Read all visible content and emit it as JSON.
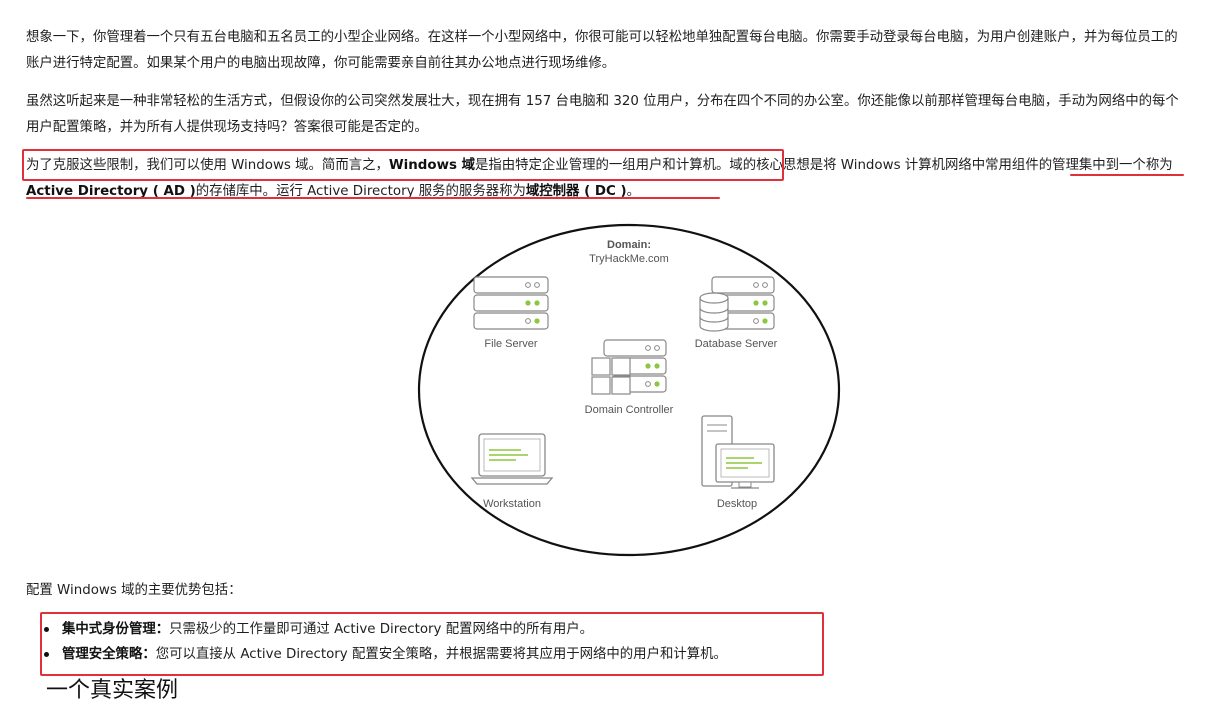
{
  "paragraphs": {
    "p1": "想象一下，你管理着一个只有五台电脑和五名员工的小型企业网络。在这样一个小型网络中，你很可能可以轻松地单独配置每台电脑。你需要手动登录每台电脑，为用户创建账户，并为每位员工的账户进行特定配置。如果某个用户的电脑出现故障，你可能需要亲自前往其办公地点进行现场维修。",
    "p2": "虽然这听起来是一种非常轻松的生活方式，但假设你的公司突然发展壮大，现在拥有 157 台电脑和 320 位用户，分布在四个不同的办公室。你还能像以前那样管理每台电脑，手动为网络中的每个用户配置策略，并为所有人提供现场支持吗？答案很可能是否定的。",
    "p3": {
      "t1": "为了克服这些限制，我们可以使用 Windows 域。简而言之，",
      "b1": "Windows 域",
      "t2": "是指由特定企业管理的一组用户和计算机。",
      "t3": "域的核心思想是将 Windows 计算机网络中常用组件的管理集中到一个称为",
      "b2": "Active Directory ( AD )",
      "t4": "的存储库中。运行 Active Directory 服务的服务器称为",
      "b3": "域控制器 ( DC )",
      "t5": "。"
    },
    "p4": "配置 Windows 域的主要优势包括："
  },
  "diagram": {
    "domain_label": "Domain:",
    "domain_name": "TryHackMe.com",
    "file_server": "File Server",
    "database_server": "Database Server",
    "domain_controller": "Domain Controller",
    "workstation": "Workstation",
    "desktop": "Desktop"
  },
  "advantages": [
    {
      "title": "集中式身份管理：",
      "text": "只需极少的工作量即可通过 Active Directory 配置网络中的所有用户。"
    },
    {
      "title": "管理安全策略：",
      "text": "您可以直接从 Active Directory 配置安全策略，并根据需要将其应用于网络中的用户和计算机。"
    }
  ],
  "next_heading": "一个真实案例",
  "colors": {
    "highlight": "#e0303a",
    "led_green": "#8dc63f"
  }
}
